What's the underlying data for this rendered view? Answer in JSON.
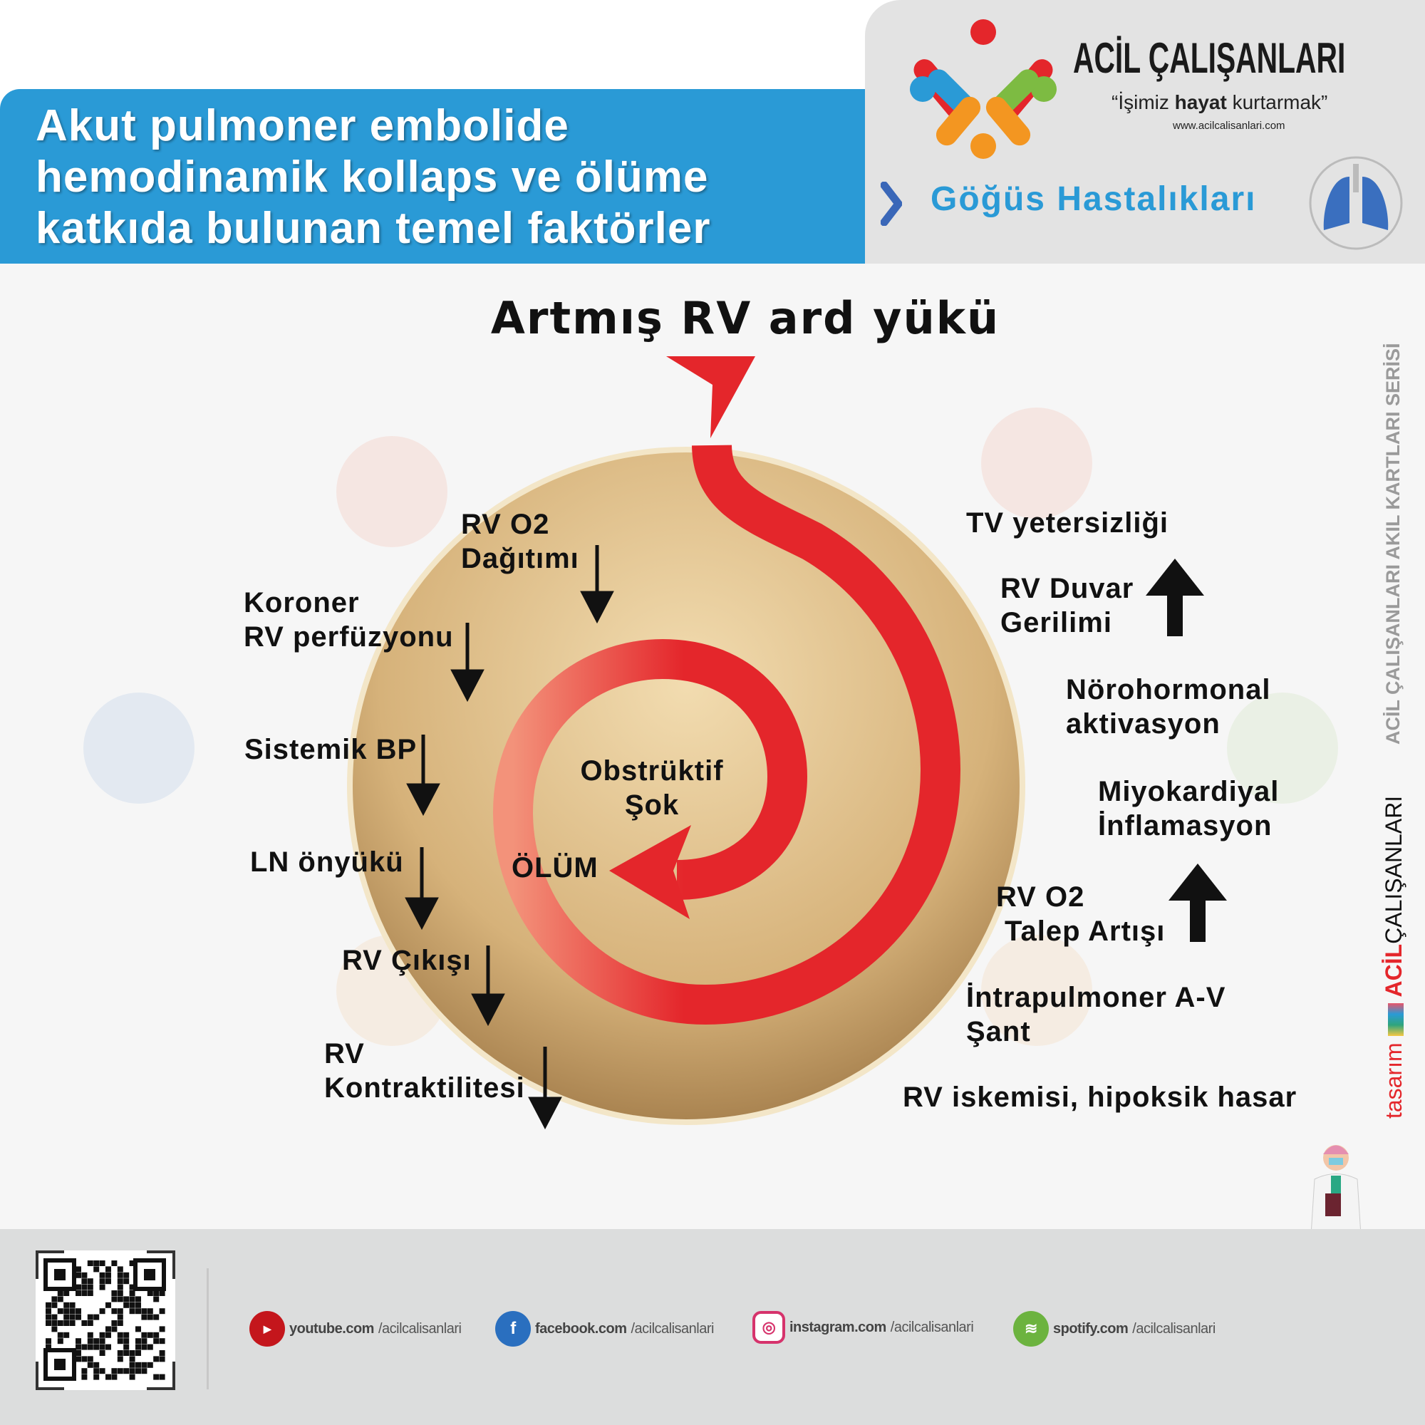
{
  "title": {
    "lines": [
      "Akut pulmoner embolide",
      "hemodinamik kollaps ve ölüme",
      "katkıda bulunan temel faktörler"
    ]
  },
  "header": {
    "brand": "ACİL ÇALIŞANLARI",
    "slogan_pre": "“İşimiz ",
    "slogan_bold": "hayat",
    "slogan_post": " kurtarmak”",
    "website": "www.acilcalisanlari.com",
    "category": "Göğüs Hastalıkları",
    "category_icon": "lungs-icon"
  },
  "diagram": {
    "top": "Artmış RV ard yükü",
    "center": [
      "Obstrüktif",
      "Şok"
    ],
    "death": "ÖLÜM",
    "left": [
      {
        "lines": [
          "RV O2",
          "Dağıtımı"
        ],
        "trend": "down"
      },
      {
        "lines": [
          "Koroner",
          "RV perfüzyonu"
        ],
        "trend": "down"
      },
      {
        "lines": [
          "Sistemik BP"
        ],
        "trend": "down"
      },
      {
        "lines": [
          "LN önyükü"
        ],
        "trend": "down"
      },
      {
        "lines": [
          "RV Çıkışı"
        ],
        "trend": "down"
      },
      {
        "lines": [
          "RV",
          "Kontraktilitesi"
        ],
        "trend": "down"
      }
    ],
    "right": [
      {
        "lines": [
          "TV yetersizliği"
        ]
      },
      {
        "lines": [
          "RV Duvar",
          "Gerilimi"
        ],
        "trend": "up"
      },
      {
        "lines": [
          "Nörohormonal",
          "aktivasyon"
        ]
      },
      {
        "lines": [
          "Miyokardiyal",
          "İnflamasyon"
        ]
      },
      {
        "lines": [
          "RV O2",
          "Talep Artışı"
        ],
        "trend": "up"
      },
      {
        "lines": [
          "İntrapulmoner A-V",
          "Şant"
        ]
      },
      {
        "lines": [
          "RV iskemisi, hipoksik hasar"
        ]
      }
    ]
  },
  "side": {
    "series": "ACİL ÇALIŞANLARI AKIL KARTLARI SERİSİ",
    "credit_pre": "tasarım",
    "credit_acil": "ACİL",
    "credit_rest": "ÇALIŞANLARI"
  },
  "footer": {
    "links": [
      {
        "bold": "youtube.com",
        "rest": "/acilcalisanlari",
        "icon": "youtube-icon",
        "color": "#c4161c"
      },
      {
        "bold": "facebook.com",
        "rest": "/acilcalisanlari",
        "icon": "facebook-icon",
        "color": "#2a6fbf"
      },
      {
        "bold": "instagram.com",
        "rest": "/acilcalisanlari",
        "icon": "instagram-icon",
        "color": "#d6336c"
      },
      {
        "bold": "spotify.com",
        "rest": "/acilcalisanlari",
        "icon": "spotify-icon",
        "color": "#6cb33f"
      }
    ]
  },
  "colors": {
    "blue": "#2a9ad6",
    "red": "#e4262b"
  }
}
